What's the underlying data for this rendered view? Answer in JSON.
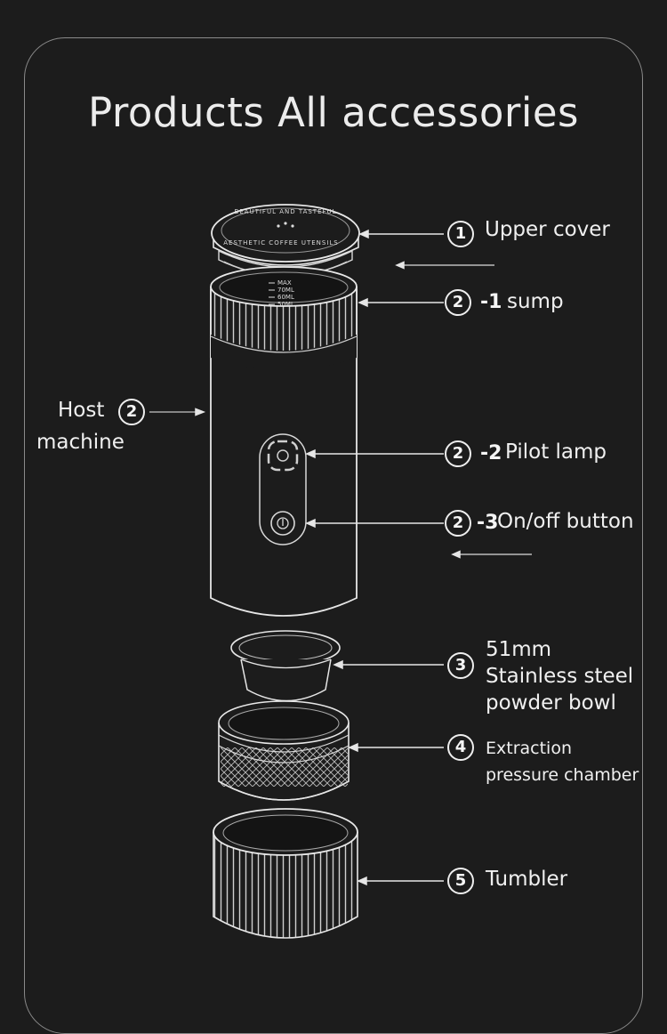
{
  "title": "Products All accessories",
  "cup_markings": [
    "MAX",
    "70ML",
    "60ML",
    "50ML"
  ],
  "lid_text": [
    "BEAUTIFUL AND TASTEFUL",
    "AESTHETIC COFFEE UTENSILS"
  ],
  "labels": {
    "upper_cover": {
      "num": "1",
      "text": "Upper cover"
    },
    "sump": {
      "num": "2",
      "suffix": "-1",
      "text": "sump"
    },
    "host": {
      "num": "2",
      "text_line1": "Host",
      "text_line2": "machine"
    },
    "pilot": {
      "num": "2",
      "suffix": "-2",
      "text": "Pilot lamp"
    },
    "onoff": {
      "num": "2",
      "suffix": "-3",
      "text": "On/off button"
    },
    "bowl": {
      "num": "3",
      "lines": [
        "51mm",
        "Stainless steel",
        "powder bowl"
      ]
    },
    "chamber": {
      "num": "4",
      "lines": [
        "Extraction",
        "pressure chamber"
      ]
    },
    "tumbler": {
      "num": "5",
      "text": "Tumbler"
    }
  }
}
